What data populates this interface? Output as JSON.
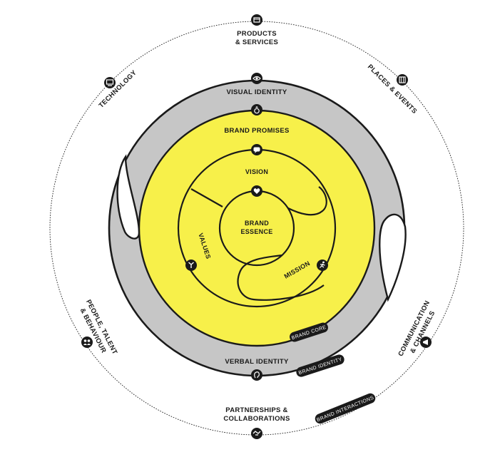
{
  "colors": {
    "yellow": "#f7f04a",
    "grey": "#c6c6c6",
    "ink": "#1a1a1a",
    "background": "#ffffff"
  },
  "outer_ring": {
    "labels": {
      "products": [
        "PRODUCTS",
        "& SERVICES"
      ],
      "places": "PLACES & EVENTS",
      "communication": [
        "COMMUNICATION",
        "& CHANNELS"
      ],
      "partnerships": [
        "PARTNERSHIPS &",
        "COLLABORATIONS"
      ],
      "people": [
        "PEOPLE, TALENT",
        "& BEHAVIOUR"
      ],
      "technology": "TECHNOLOGY"
    },
    "icons": {
      "products": "box-icon",
      "places": "building-icon",
      "communication": "megaphone-icon",
      "partnerships": "handshake-icon",
      "people": "people-icon",
      "technology": "computer-icon"
    },
    "tag": "BRAND INTERACTIONS"
  },
  "identity_ring": {
    "visual": "VISUAL IDENTITY",
    "verbal": "VERBAL IDENTITY",
    "icons": {
      "visual": "eye-icon",
      "verbal": "ear-icon"
    },
    "tag": "BRAND IDENTITY"
  },
  "core": {
    "promises": "BRAND PROMISES",
    "vision": "VISION",
    "values": "VALUES",
    "mission": "MISSION",
    "essence": [
      "BRAND",
      "ESSENCE"
    ],
    "icons": {
      "promises": "diamond-ring-icon",
      "vision": "speech-bubble-icon",
      "essence": "heart-icon",
      "values": "tree-icon",
      "mission": "runner-icon"
    },
    "tag": "BRAND CORE"
  }
}
